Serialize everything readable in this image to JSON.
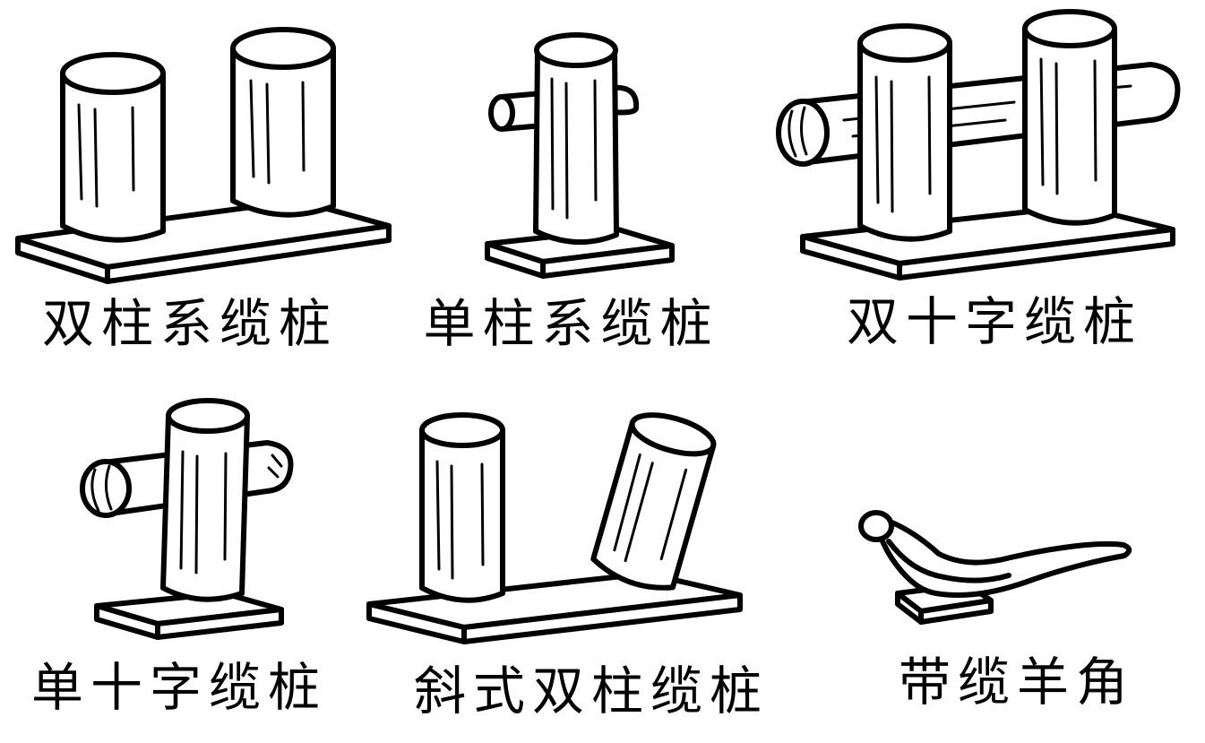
{
  "colors": {
    "background": "#ffffff",
    "ink": "#000000"
  },
  "figures": [
    {
      "id": "double-column-bollard",
      "label": "双柱系缆桩"
    },
    {
      "id": "single-column-bollard",
      "label": "单柱系缆桩"
    },
    {
      "id": "double-cross-bollard",
      "label": "双十字缆桩"
    },
    {
      "id": "single-cross-bollard",
      "label": "单十字缆桩"
    },
    {
      "id": "inclined-double-column-bollard",
      "label": "斜式双柱缆桩"
    },
    {
      "id": "mooring-cleat",
      "label": "带缆羊角"
    }
  ]
}
